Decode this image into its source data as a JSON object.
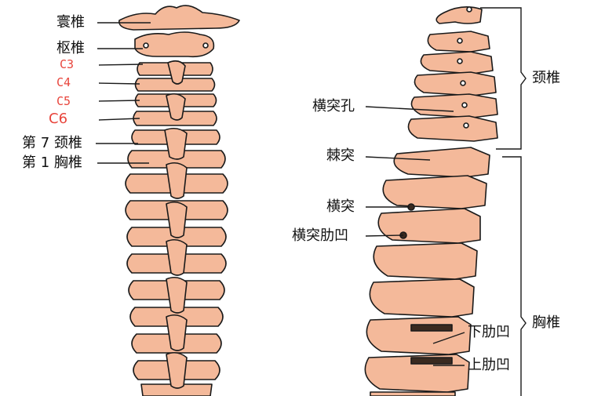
{
  "front_view": {
    "labels": {
      "atlas": "寰椎",
      "axis": "枢椎",
      "c3": "C3",
      "c4": "C4",
      "c5": "C5",
      "c6": "C6",
      "c7": "第 7 颈椎",
      "t1": "第 1 胸椎"
    }
  },
  "side_view": {
    "labels": {
      "transverse_foramen": "横突孔",
      "spinous_process": "棘突",
      "transverse_process": "横突",
      "transverse_costal_facet": "横突肋凹",
      "inferior_costal_facet": "下肋凹",
      "superior_costal_facet": "上肋凹"
    },
    "brackets": {
      "cervical": "颈椎",
      "thoracic": "胸椎"
    }
  },
  "colors": {
    "bone": "#f4b99a",
    "outline": "#1a1a1a",
    "red_label": "#e8453c"
  }
}
